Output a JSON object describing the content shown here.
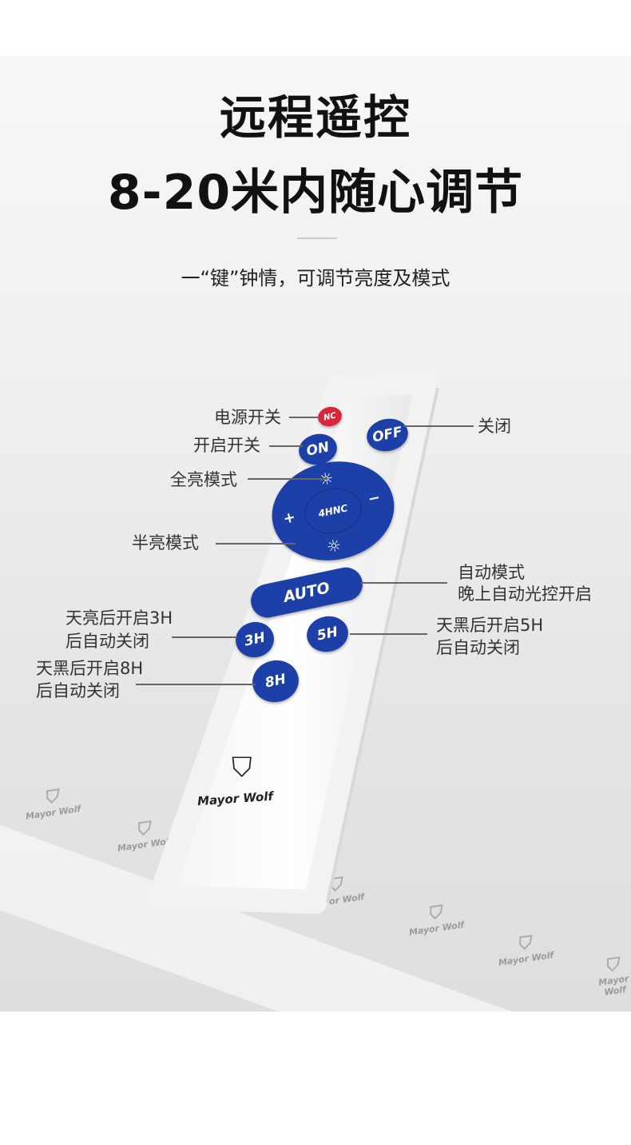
{
  "header": {
    "title": "远程遥控",
    "headline": "8-20米内随心调节",
    "subtitle": "一“键”钟情，可调节亮度及模式"
  },
  "buttons": {
    "nc": "NC",
    "on": "ON",
    "off": "OFF",
    "center": "4HNC",
    "plus": "+",
    "minus": "−",
    "auto": "AUTO",
    "h3": "3H",
    "h5": "5H",
    "h8": "8H"
  },
  "labels": {
    "power": "电源开关",
    "on": "开启开关",
    "off": "关闭",
    "full": "全亮模式",
    "half": "半亮模式",
    "auto1": "自动模式",
    "auto2": "晚上自动光控开启",
    "h3_1": "天亮后开启3H",
    "h3_2": "后自动关闭",
    "h5_1": "天黑后开启5H",
    "h5_2": "后自动关闭",
    "h8_1": "天黑后开启8H",
    "h8_2": "后自动关闭"
  },
  "brand": "Mayor Wolf",
  "colors": {
    "button_blue": "#1d3fa8",
    "power_red": "#d9263a"
  }
}
